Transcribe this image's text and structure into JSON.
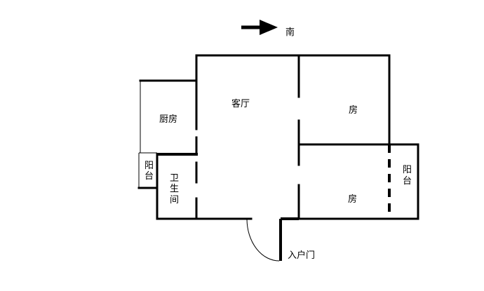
{
  "compass": {
    "label": "南"
  },
  "rooms": {
    "living": "客厅",
    "kitchen": "厨房",
    "bedroom_top": "房",
    "bedroom_bottom": "房",
    "balcony_left": [
      "阳",
      "台"
    ],
    "balcony_right": [
      "阳",
      "台"
    ],
    "bathroom": [
      "卫",
      "生",
      "间"
    ]
  },
  "entrance": {
    "label": "入户门"
  }
}
